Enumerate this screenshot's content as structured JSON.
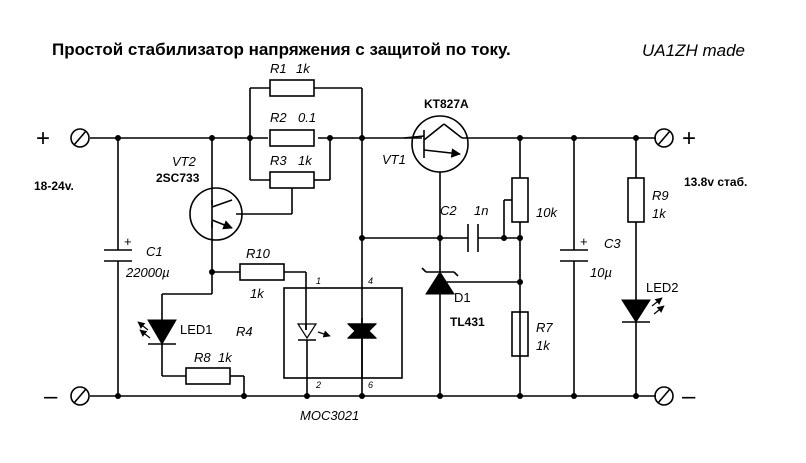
{
  "title": "Простой стабилизатор напряжения с защитой по току.",
  "author": "UA1ZH made",
  "terminals": {
    "plus_in": "+",
    "minus_in": "–",
    "plus_out": "+",
    "minus_out": "–"
  },
  "input_voltage": "18-24v.",
  "output_voltage": "13.8v стаб.",
  "components": {
    "r1": {
      "ref": "R1",
      "value": "1k"
    },
    "r2": {
      "ref": "R2",
      "value": "0.1"
    },
    "r3": {
      "ref": "R3",
      "value": "1k"
    },
    "r4": {
      "ref": "R4"
    },
    "r7": {
      "ref": "R7",
      "value": "1k"
    },
    "r8": {
      "ref": "R8",
      "value": "1k"
    },
    "r9": {
      "ref": "R9",
      "value": "1k"
    },
    "r10": {
      "ref": "R10",
      "value": "1k"
    },
    "trimmer": {
      "value": "10k"
    },
    "vt1": {
      "ref": "VT1",
      "part": "KT827A"
    },
    "vt2": {
      "ref": "VT2",
      "part": "2SC733"
    },
    "c1": {
      "ref": "C1",
      "value": "22000µ",
      "polarity": "+"
    },
    "c2": {
      "ref": "C2",
      "value": "1n"
    },
    "c3": {
      "ref": "C3",
      "value": "10µ",
      "polarity": "+"
    },
    "d1": {
      "ref": "D1",
      "part": "TL431"
    },
    "led1": {
      "ref": "LED1"
    },
    "led2": {
      "ref": "LED2"
    },
    "optocoupler": {
      "part": "MOC3021",
      "pins": [
        "1",
        "4",
        "2",
        "6"
      ]
    }
  }
}
